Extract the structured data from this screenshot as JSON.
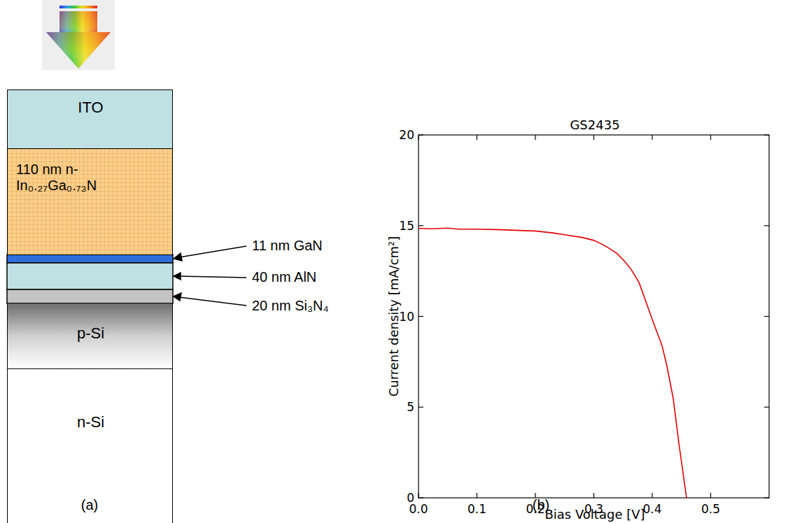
{
  "diagram": {
    "nodes": [
      {
        "text": [
          "ITO"
        ]
      },
      {
        "text": [
          "110 nm n- In₀.₂₇Ga₀.₇₃N"
        ]
      },
      {
        "text": [
          "p-Si"
        ]
      },
      {
        "text": [
          "n-Si"
        ]
      }
    ],
    "labels": [
      "11 nm GaN",
      "40 nm AlN",
      "20 nm Si₃N₄",
      "GS2435",
      "0.0",
      "0.1",
      "0.2",
      "0.3",
      "0.4",
      "0.5",
      "0",
      "5",
      "10",
      "15",
      "20",
      "Current density [mA/cm²]",
      "Bias Voltage [V]",
      "(a)",
      "(b)"
    ]
  }
}
